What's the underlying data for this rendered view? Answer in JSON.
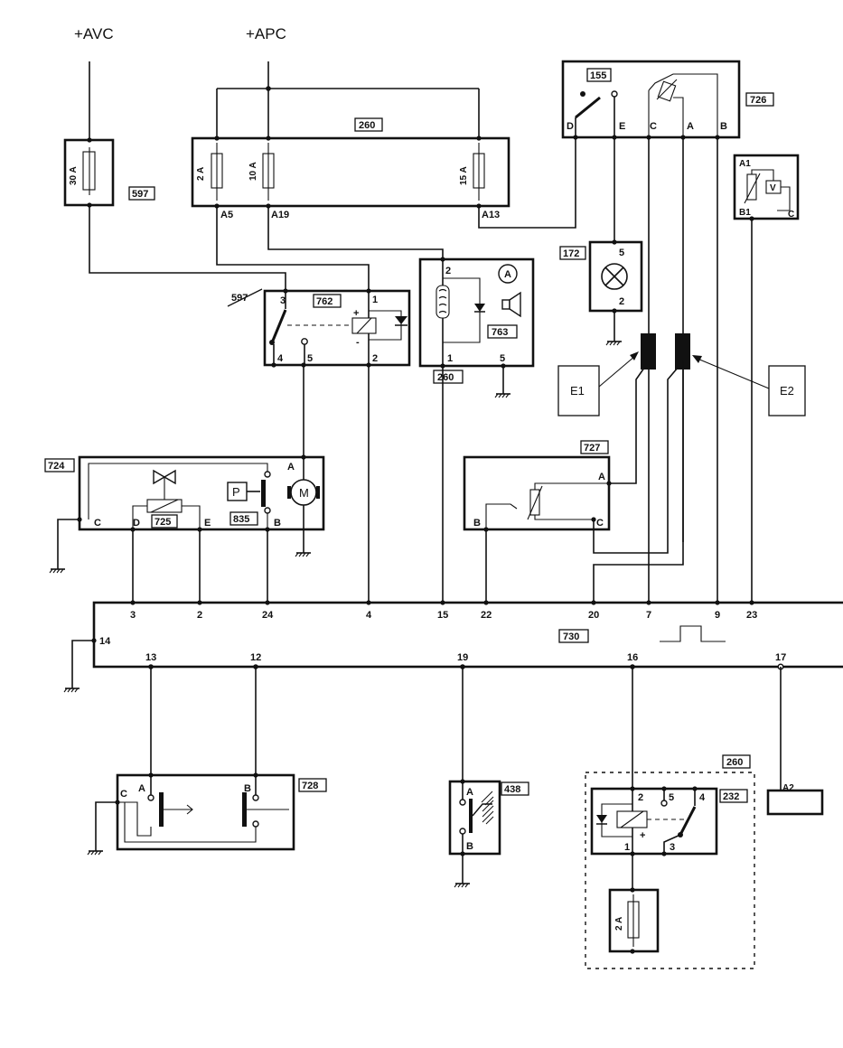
{
  "supplies": {
    "avc": "+AVC",
    "apc": "+APC"
  },
  "refs": {
    "r260_top": "260",
    "r597": "597",
    "r597_strike": "597",
    "r762": "762",
    "r763": "763",
    "r260_mid": "260",
    "r155": "155",
    "r726": "726",
    "r172": "172",
    "r724": "724",
    "r725": "725",
    "r835": "835",
    "r727": "727",
    "r730": "730",
    "r728": "728",
    "r438": "438",
    "r260_bot": "260",
    "r232": "232"
  },
  "fuses": {
    "f30": "30 A",
    "f2": "2 A",
    "f10": "10 A",
    "f15": "15 A",
    "f2b": "2 A"
  },
  "fuse_pins": {
    "a5": "A5",
    "a19": "A19",
    "a13": "A13"
  },
  "relay762": {
    "p3": "3",
    "p1": "1",
    "p4": "4",
    "p5": "5",
    "p2": "2",
    "plus": "+",
    "minus": "-"
  },
  "module763": {
    "p2": "2",
    "p1": "1",
    "p5": "5",
    "gauge": "A"
  },
  "sensor155": {
    "d": "D",
    "e": "E",
    "c": "C",
    "a": "A",
    "b": "B"
  },
  "lamp172": {
    "p5": "5",
    "p2": "2"
  },
  "connectors": {
    "e1": "E1",
    "e2": "E2"
  },
  "part_right": {
    "a1": "A1",
    "b1": "B1",
    "v": "V",
    "c": "C",
    "a2": "A2"
  },
  "unit724": {
    "c": "C",
    "d": "D",
    "e": "E",
    "b": "B",
    "a": "A",
    "p": "P",
    "m": "M"
  },
  "unit727": {
    "a": "A",
    "b": "B",
    "c": "C"
  },
  "ecu730_top_pins": [
    "3",
    "2",
    "24",
    "4",
    "15",
    "22",
    "20",
    "7",
    "9",
    "23"
  ],
  "ecu730_left_pin": "14",
  "ecu730_bottom_pins": [
    "13",
    "12",
    "19",
    "16",
    "17"
  ],
  "unit728": {
    "c": "C",
    "a": "A",
    "b": "B"
  },
  "unit438": {
    "a": "A",
    "b": "B"
  },
  "relay232": {
    "p2": "2",
    "p5": "5",
    "p4": "4",
    "p1": "1",
    "p3": "3",
    "plus": "+"
  }
}
